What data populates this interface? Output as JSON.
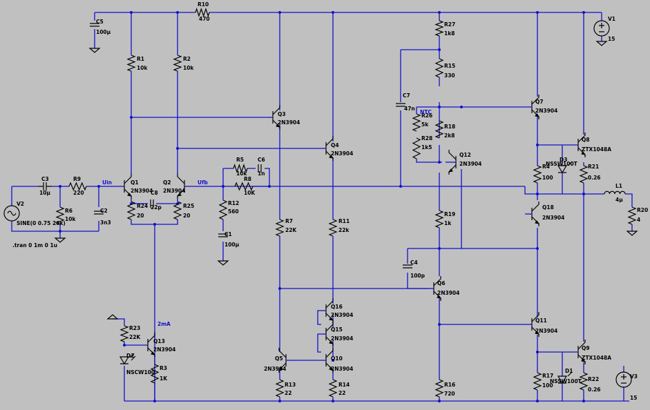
{
  "components": [
    {
      "id": "R10",
      "name": "R10",
      "value": "470"
    },
    {
      "id": "C5",
      "name": "C5",
      "value": "100µ"
    },
    {
      "id": "R1",
      "name": "R1",
      "value": "10k"
    },
    {
      "id": "R2",
      "name": "R2",
      "value": "10k"
    },
    {
      "id": "Q3",
      "name": "Q3",
      "value": "2N3904"
    },
    {
      "id": "Q4",
      "name": "Q4",
      "value": "2N3904"
    },
    {
      "id": "R5",
      "name": "R5",
      "value": "10k"
    },
    {
      "id": "C6",
      "name": "C6",
      "value": "1n"
    },
    {
      "id": "R8",
      "name": "R8",
      "value": "10K"
    },
    {
      "id": "R12",
      "name": "R12",
      "value": "560"
    },
    {
      "id": "C1",
      "name": "C1",
      "value": "100µ"
    },
    {
      "id": "Q1",
      "name": "Q1",
      "value": "2N3904"
    },
    {
      "id": "Q2",
      "name": "Q2",
      "value": "2N3904"
    },
    {
      "id": "C8",
      "name": "C8",
      "value": "22p"
    },
    {
      "id": "R24",
      "name": "R24",
      "value": "20"
    },
    {
      "id": "R25",
      "name": "R25",
      "value": "20"
    },
    {
      "id": "C3",
      "name": "C3",
      "value": "10µ"
    },
    {
      "id": "R9",
      "name": "R9",
      "value": "220"
    },
    {
      "id": "R6",
      "name": "R6",
      "value": "10k"
    },
    {
      "id": "C2",
      "name": "C2",
      "value": "3n3"
    },
    {
      "id": "V2",
      "name": "V2",
      "value": "SINE(0 0.75 20k)"
    },
    {
      "id": "R7",
      "name": "R7",
      "value": "22K"
    },
    {
      "id": "R11",
      "name": "R11",
      "value": "22k"
    },
    {
      "id": "Q16",
      "name": "Q16",
      "value": "2N3904"
    },
    {
      "id": "Q15",
      "name": "Q15",
      "value": "2N3904"
    },
    {
      "id": "Q10",
      "name": "Q10",
      "value": "2N3904"
    },
    {
      "id": "Q5",
      "name": "Q5",
      "value": "2N3904"
    },
    {
      "id": "R13",
      "name": "R13",
      "value": "22"
    },
    {
      "id": "R14",
      "name": "R14",
      "value": "22"
    },
    {
      "id": "R23",
      "name": "R23",
      "value": "22K"
    },
    {
      "id": "Q13",
      "name": "Q13",
      "value": "2N3904"
    },
    {
      "id": "D2",
      "name": "D2",
      "value": "NSCW100"
    },
    {
      "id": "R3",
      "name": "R3",
      "value": "1K"
    },
    {
      "id": "R27",
      "name": "R27",
      "value": "1k8"
    },
    {
      "id": "R15",
      "name": "R15",
      "value": "330"
    },
    {
      "id": "C7",
      "name": "C7",
      "value": "47n"
    },
    {
      "id": "R26",
      "name": "R26",
      "value": "5k"
    },
    {
      "id": "R18",
      "name": "R18",
      "value": "2k8"
    },
    {
      "id": "R28",
      "name": "R28",
      "value": "1k5"
    },
    {
      "id": "Q12",
      "name": "Q12",
      "value": "2N3904"
    },
    {
      "id": "R19",
      "name": "R19",
      "value": "1k"
    },
    {
      "id": "C4",
      "name": "C4",
      "value": "100p"
    },
    {
      "id": "Q6",
      "name": "Q6",
      "value": "2N3904"
    },
    {
      "id": "R16",
      "name": "R16",
      "value": "720"
    },
    {
      "id": "Q7",
      "name": "Q7",
      "value": "2N3904"
    },
    {
      "id": "Q8",
      "name": "Q8",
      "value": "ZTX1048A"
    },
    {
      "id": "D3",
      "name": "D3",
      "value": "NSSW100T"
    },
    {
      "id": "R4",
      "name": "R4",
      "value": "100"
    },
    {
      "id": "R21",
      "name": "R21",
      "value": "0.26"
    },
    {
      "id": "Q18",
      "name": "Q18",
      "value": "2N3904"
    },
    {
      "id": "Q11",
      "name": "Q11",
      "value": "2N3904"
    },
    {
      "id": "Q9",
      "name": "Q9",
      "value": "ZTX1048A"
    },
    {
      "id": "D1",
      "name": "D1",
      "value": "NSSW100T"
    },
    {
      "id": "R17",
      "name": "R17",
      "value": "100"
    },
    {
      "id": "R22",
      "name": "R22",
      "value": "0.26"
    },
    {
      "id": "L1",
      "name": "L1",
      "value": "4µ"
    },
    {
      "id": "R20",
      "name": "R20",
      "value": "4"
    },
    {
      "id": "V1",
      "name": "V1",
      "value": "15"
    },
    {
      "id": "V3",
      "name": "V3",
      "value": "15"
    }
  ],
  "net_labels": {
    "uin": "Uin",
    "ufb": "Ufb",
    "ntc": "NTC",
    "current": "2mA"
  },
  "directive": ".tran 0 1m 0 1u",
  "colors": {
    "background": "#c0c0c0",
    "wire": "#1010d0",
    "component": "#000000"
  }
}
